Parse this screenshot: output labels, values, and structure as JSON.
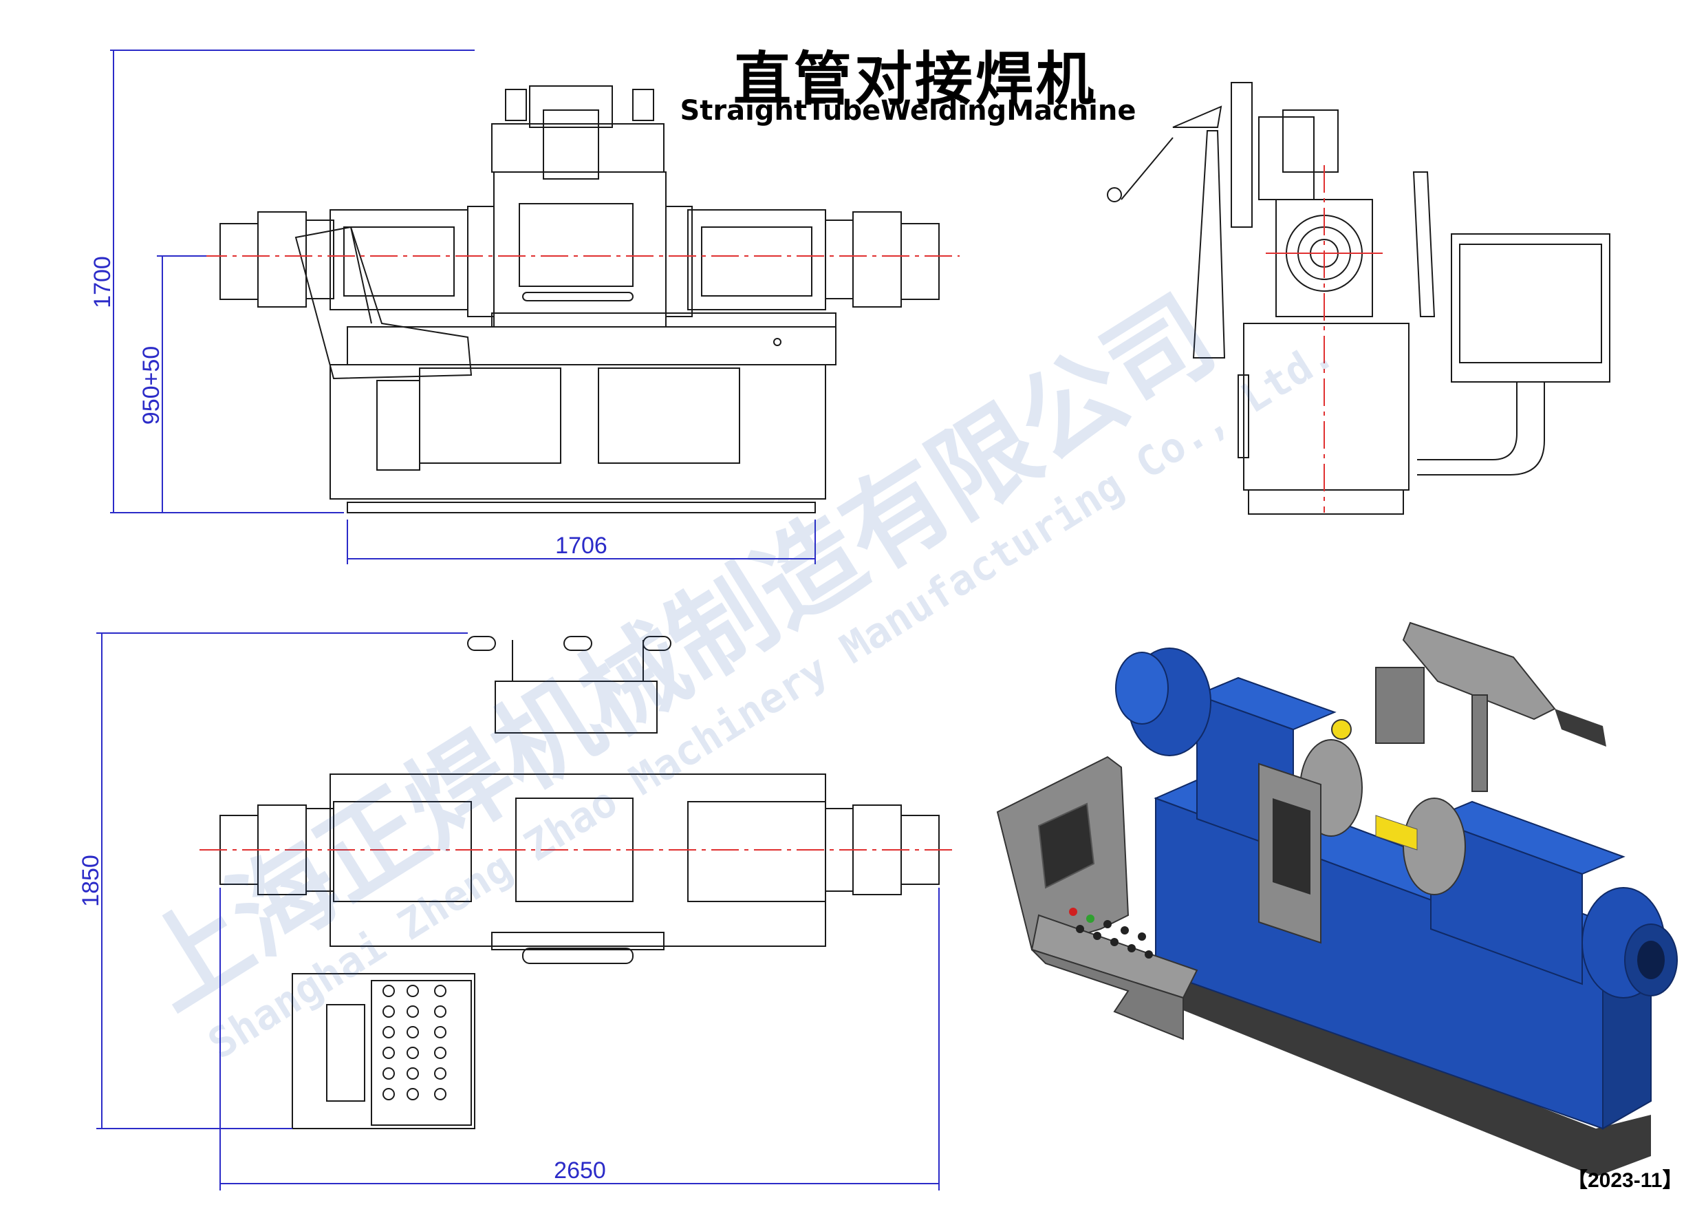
{
  "title": {
    "cn": "直管对接焊机",
    "en": "StraightTubeWeldingMachine"
  },
  "dimensions": {
    "front_height": "1700",
    "center_height": "950+50",
    "front_width": "1706",
    "top_depth": "1850",
    "top_width": "2650"
  },
  "watermark": {
    "cn": "上海正焊机械制造有限公司",
    "en": "Shanghai Zheng Zhao Machinery Manufacturing Co., Ltd."
  },
  "date_stamp": "【2023-11】",
  "colors": {
    "line": "#1a1a1a",
    "dimension": "#2b2bc8",
    "centerline": "#e03030",
    "machine_blue": "#1f4fb5",
    "panel_gray": "#8a8a8a",
    "watermark": "#2a5fae"
  }
}
